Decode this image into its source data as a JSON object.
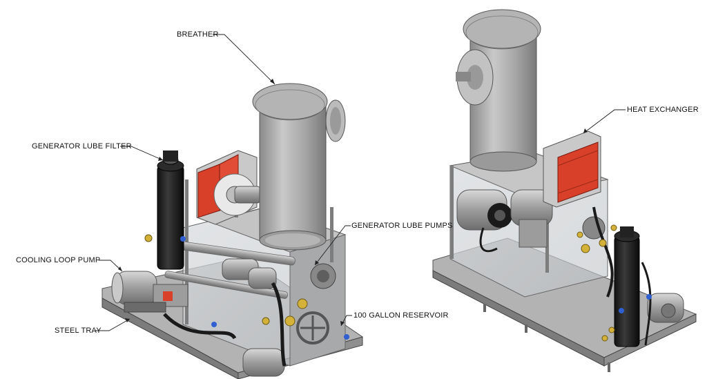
{
  "labels": {
    "breather": "BREATHER",
    "generator_lube_filter": "GENERATOR LUBE FILTER",
    "cooling_loop_pump": "COOLING LOOP PUMP",
    "steel_tray": "STEEL TRAY",
    "generator_lube_pumps": "GENERATOR LUBE PUMPS",
    "reservoir": "100 GALLON RESERVOIR",
    "heat_exchanger": "HEAT EXCHANGER"
  },
  "colors": {
    "heat_exchanger": "#d8402a",
    "steel": "#a9a9a9",
    "filter": "#1a1a1a",
    "valve_brass": "#d4b23a",
    "valve_blue": "#2f5fd0",
    "tray": "#8e8e8e"
  }
}
